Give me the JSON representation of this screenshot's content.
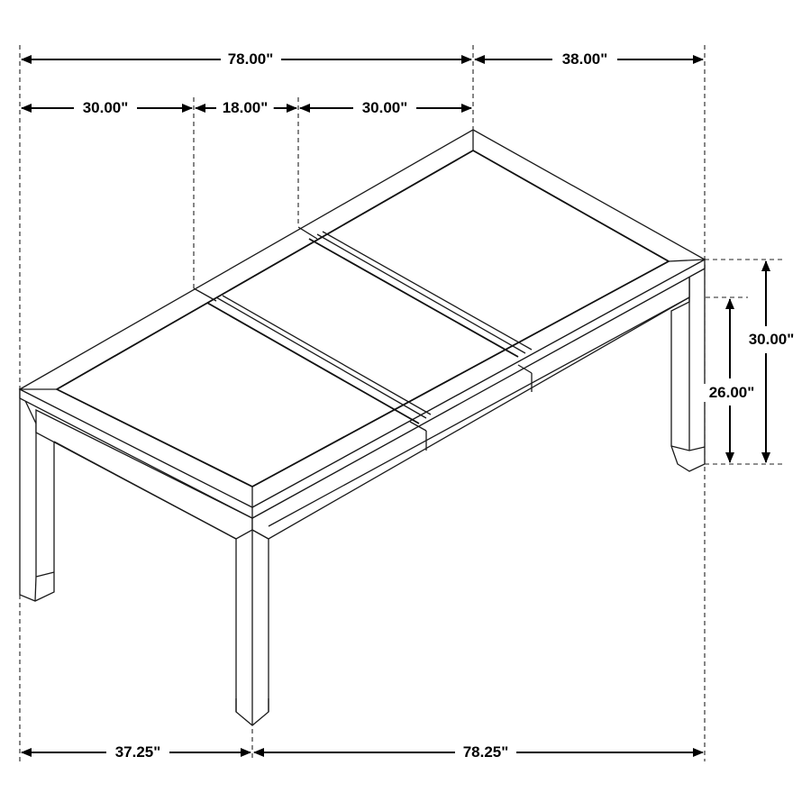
{
  "diagram": {
    "subject": "Rectangular extension dining table with leaf, isometric line drawing",
    "colors": {
      "line": "#1a1a1a",
      "background": "#ffffff",
      "text": "#000000"
    },
    "dimensions": {
      "overall_length": "78.00\"",
      "depth": "38.00\"",
      "section_left": "30.00\"",
      "section_leaf": "18.00\"",
      "section_right": "30.00\"",
      "height_overall": "30.00\"",
      "height_apron_clearance": "26.00\"",
      "footprint_front": "37.25\"",
      "footprint_side": "78.25\""
    }
  }
}
